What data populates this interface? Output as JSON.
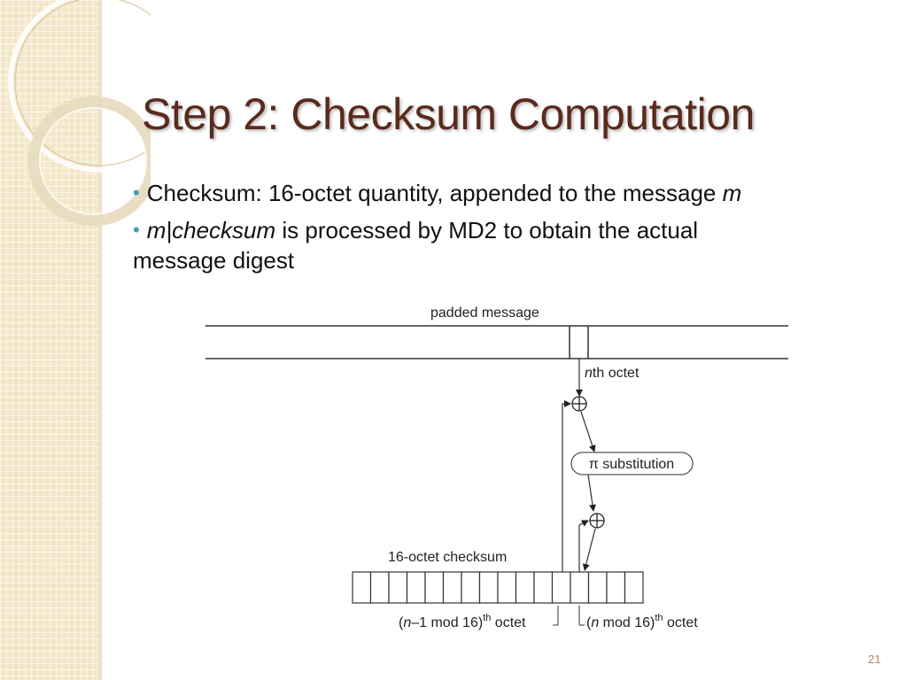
{
  "slide": {
    "title": "Step 2: Checksum Computation",
    "page_number": "21"
  },
  "bullets": {
    "b1_text": "Checksum: 16-octet quantity, appended to the message ",
    "b1_var": "m",
    "b2_var": "m|checksum",
    "b2_text": " is processed by MD2 to obtain the actual",
    "b2_cont": "message digest"
  },
  "diagram": {
    "padded_message_label": "padded message",
    "nth_octet_prefix": "n",
    "nth_octet_suffix": "th octet",
    "xor_symbol": "⊕",
    "substitution_label": "π substitution",
    "checksum_label": "16-octet checksum",
    "checksum_cell_count": 16,
    "left_pointer": {
      "open": "(",
      "var": "n",
      "rest": "–1 mod 16)",
      "sup": "th",
      "suffix": " octet"
    },
    "right_pointer": {
      "open": "(",
      "var": "n",
      "rest": " mod 16)",
      "sup": "th",
      "suffix": " octet"
    }
  },
  "colors": {
    "title": "#5a2a1c",
    "bullet": "#3aa1b4",
    "band": "#f3e7c9"
  }
}
